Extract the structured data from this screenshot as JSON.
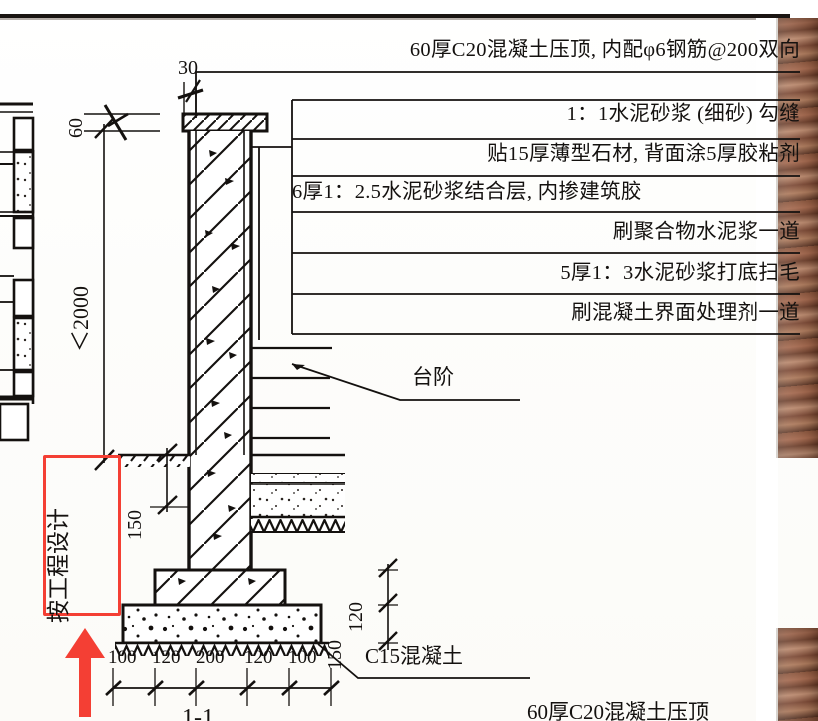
{
  "document": {
    "kind": "architectural-detail-drawing",
    "section_label": "1-1",
    "bottom_partial_note": "60厚C20混凝土压顶"
  },
  "annotations": {
    "lines": [
      {
        "id": "l1",
        "text": "60厚C20混凝土压顶, 内配φ6钢筋@200双向",
        "align": "right"
      },
      {
        "id": "l2",
        "text": "1：1水泥砂浆 (细砂) 勾缝",
        "align": "right"
      },
      {
        "id": "l3",
        "text": "贴15厚薄型石材, 背面涂5厚胶粘剂",
        "align": "right"
      },
      {
        "id": "l4",
        "text": "6厚1：2.5水泥砂浆结合层, 内掺建筑胶",
        "align": "left"
      },
      {
        "id": "l5",
        "text": "刷聚合物水泥浆一道",
        "align": "right"
      },
      {
        "id": "l6",
        "text": "5厚1：3水泥砂浆打底扫毛",
        "align": "right"
      },
      {
        "id": "l7",
        "text": "刷混凝土界面处理剂一道",
        "align": "right"
      }
    ],
    "callouts": [
      {
        "id": "steps",
        "text": "台阶"
      },
      {
        "id": "base_concrete",
        "text": "C15混凝土"
      }
    ]
  },
  "dimensions": {
    "wall_top_thickness": "30",
    "cap_thickness": "60",
    "wall_height": "＜2000",
    "burial_depth": "150",
    "footing_step": "150",
    "footing_slab": "120",
    "bottom_chain": [
      "100",
      "120",
      "200",
      "120",
      "100"
    ],
    "red_note": "按工程设计"
  },
  "colors": {
    "ink": "#14110f",
    "paper": "#ffffff",
    "highlight": "#f43f34"
  }
}
